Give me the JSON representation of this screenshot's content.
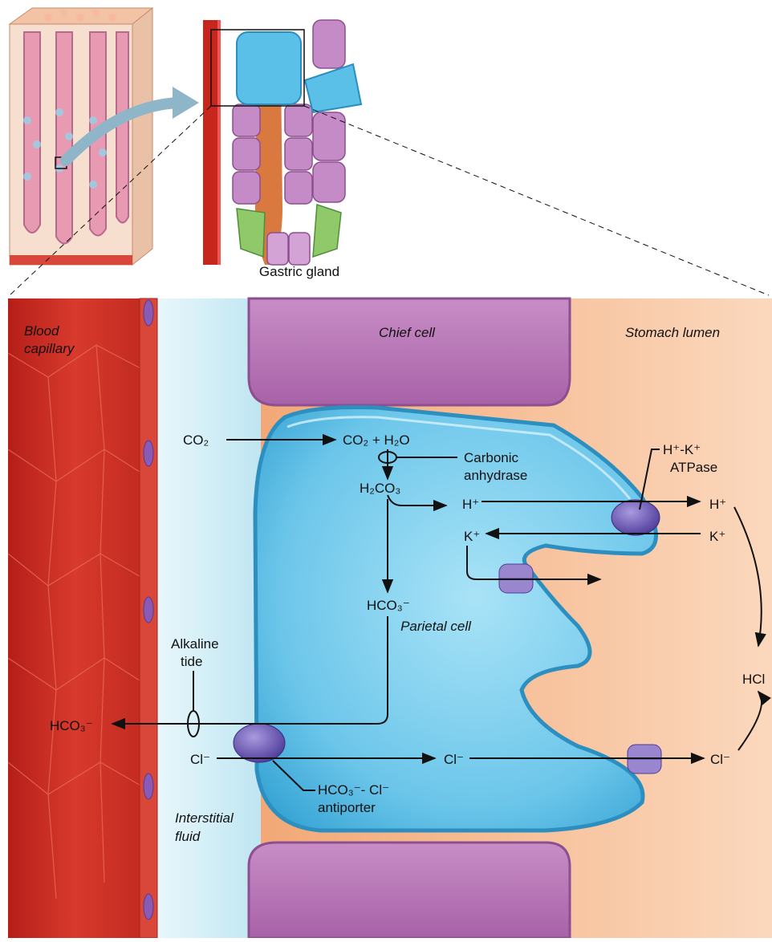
{
  "thumbnails": {
    "gland_caption": "Gastric gland"
  },
  "regions": {
    "blood_capillary_line1": "Blood",
    "blood_capillary_line2": "capillary",
    "chief_cell": "Chief cell",
    "stomach_lumen": "Stomach lumen",
    "parietal_cell": "Parietal cell",
    "interstitial_fluid_line1": "Interstitial",
    "interstitial_fluid_line2": "fluid"
  },
  "labels": {
    "carbonic_anhydrase_line1": "Carbonic",
    "carbonic_anhydrase_line2": "anhydrase",
    "atpase_line1": "H⁺-K⁺",
    "atpase_line2": "ATPase",
    "alkaline_tide_line1": "Alkaline",
    "alkaline_tide_line2": "tide",
    "antiporter_line1": "HCO₃⁻- Cl⁻",
    "antiporter_line2": "antiporter",
    "hcl": "HCl"
  },
  "chemicals": {
    "co2_blood": "CO₂",
    "co2_h2o": "CO₂ + H₂O",
    "h2co3": "H₂CO₃",
    "h_cell": "H⁺",
    "h_lumen": "H⁺",
    "k_cell": "K⁺",
    "k_lumen": "K⁺",
    "hco3_cell": "HCO₃⁻",
    "hco3_blood": "HCO₃⁻",
    "cl_blood": "Cl⁻",
    "cl_cell": "Cl⁻",
    "cl_lumen": "Cl⁻"
  },
  "colors": {
    "blood": "#c7261c",
    "interstitial": "#cfeef7",
    "chief_cell": "#b676b4",
    "parietal_cell": "#5fbfe6",
    "lumen": "#f3b07f",
    "transporter": "#6a56b0"
  }
}
